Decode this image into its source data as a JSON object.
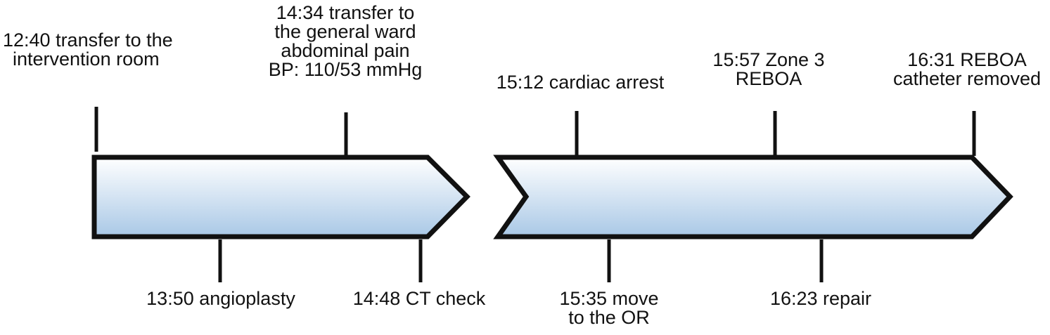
{
  "colors": {
    "stroke": "#111111",
    "fill_top": "#ffffff",
    "fill_bottom": "#a9c8e6"
  },
  "segments": [
    {
      "id": "segment-1"
    },
    {
      "id": "segment-2"
    }
  ],
  "events": [
    {
      "key": "e1240",
      "lines": [
        "12:40 transfer to the",
        "intervention room"
      ]
    },
    {
      "key": "e1350",
      "lines": [
        "13:50 angioplasty"
      ]
    },
    {
      "key": "e1434",
      "lines": [
        "14:34 transfer to",
        "the general ward",
        "abdominal pain",
        "BP: 110/53 mmHg"
      ]
    },
    {
      "key": "e1448",
      "lines": [
        "14:48 CT check"
      ]
    },
    {
      "key": "e1512",
      "lines": [
        "15:12 cardiac arrest"
      ]
    },
    {
      "key": "e1535",
      "lines": [
        "15:35 move",
        "to the OR"
      ]
    },
    {
      "key": "e1557",
      "lines": [
        "15:57 Zone 3",
        "REBOA"
      ]
    },
    {
      "key": "e1623",
      "lines": [
        "16:23 repair"
      ]
    },
    {
      "key": "e1631",
      "lines": [
        "16:31 REBOA",
        "catheter removed"
      ]
    }
  ]
}
